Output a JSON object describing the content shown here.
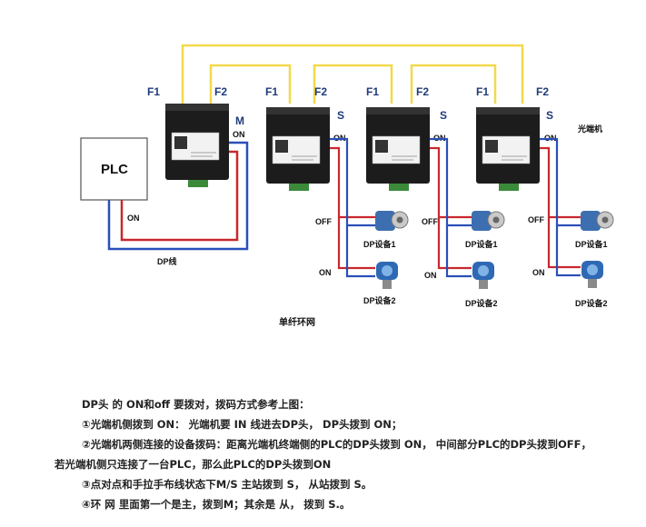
{
  "diagram": {
    "title": "单纤环网",
    "plc_label": "PLC",
    "optical_label": "光端机",
    "dp_cable_label": "DP线",
    "plc_switch_label": "ON",
    "converters": [
      {
        "f1": "F1",
        "f2": "F2",
        "mode": "M",
        "switch": "ON"
      },
      {
        "f1": "F1",
        "f2": "F2",
        "mode": "S",
        "switch": "ON"
      },
      {
        "f1": "F1",
        "f2": "F2",
        "mode": "S",
        "switch": "ON"
      },
      {
        "f1": "F1",
        "f2": "F2",
        "mode": "S",
        "switch": "ON"
      }
    ],
    "device_groups": [
      {
        "dev1": "DP设备1",
        "dev2": "DP设备2",
        "sw1": "OFF",
        "sw2": "ON"
      },
      {
        "dev1": "DP设备1",
        "dev2": "DP设备2",
        "sw1": "OFF",
        "sw2": "ON"
      },
      {
        "dev1": "DP设备1",
        "dev2": "DP设备2",
        "sw1": "OFF",
        "sw2": "ON"
      }
    ],
    "colors": {
      "fiber": "#f2d94a",
      "dp_red": "#c8282d",
      "dp_blue": "#2a4fb8",
      "label_blue": "#1f3b7a"
    }
  },
  "notes": {
    "line0": "DP头 的 ON和off 要拨对，拨码方式参考上图：",
    "line1": "①光端机侧拨到 ON： 光端机要 IN 线进去DP头， DP头拨到 ON；",
    "line2": "②光端机两侧连接的设备拨码：距离光端机终端侧的PLC的DP头拨到 ON， 中间部分PLC的DP头拨到OFF，",
    "line3": "若光端机侧只连接了一台PLC，那么此PLC的DP头拨到ON",
    "line4": "③点对点和手拉手布线状态下M/S 主站拨到 S， 从站拨到 S。",
    "line5": "④环 网 里面第一个是主，拨到M；其余是 从， 拨到 S.。"
  }
}
